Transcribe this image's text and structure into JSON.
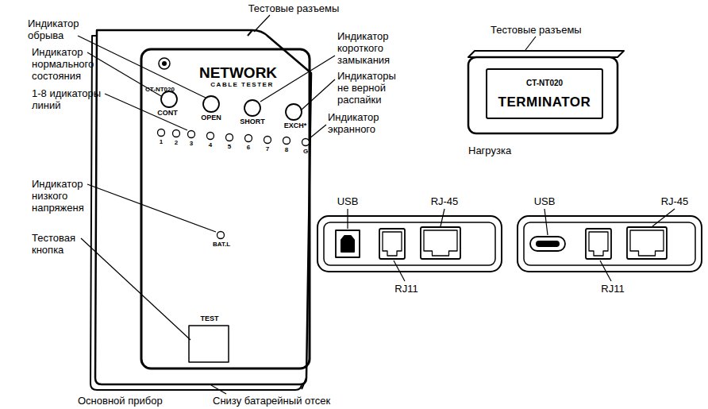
{
  "diagram": {
    "nodes": [
      {
        "text": [
          "CT-NT020",
          "TERMINATOR"
        ]
      }
    ],
    "labels": [
      "Тестовые разъемы",
      "Индикатор обрыва",
      "Индикатор нормального состояния",
      "1-8 идикаторы линий",
      "Индикатор низкого напряженя",
      "Тестовая кнопка",
      "Индикатор короткого замыкания",
      "Индикаторы не верной распайки",
      "Индикатор экранного",
      "Тестовые разъемы",
      "Нагрузка",
      "USB",
      "RJ-45",
      "RJ11",
      "USB",
      "RJ-45",
      "RJ11",
      "Основной прибор",
      "Снизу батарейный отсек",
      "CT-NT020",
      "NETWORK",
      "CABLE TESTER",
      "CONT",
      "OPEN",
      "SHORT",
      "EXCH*",
      "1",
      "2",
      "3",
      "4",
      "5",
      "6",
      "7",
      "8",
      "G",
      "BAT.L",
      "TEST"
    ]
  }
}
